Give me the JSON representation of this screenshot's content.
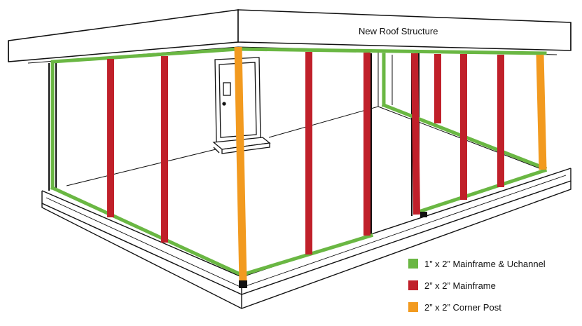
{
  "roof": {
    "label": "New Roof Structure"
  },
  "colors": {
    "mainframe_uchannel": "#6ab743",
    "mainframe": "#c0202a",
    "corner_post": "#f29a1f",
    "outline": "#111111"
  },
  "legend": {
    "items": [
      {
        "label": "1” x 2” Mainframe & Uchannel",
        "color_key": "mainframe_uchannel"
      },
      {
        "label": "2” x 2” Mainframe",
        "color_key": "mainframe"
      },
      {
        "label": "2” x 2” Corner Post",
        "color_key": "corner_post"
      }
    ]
  }
}
